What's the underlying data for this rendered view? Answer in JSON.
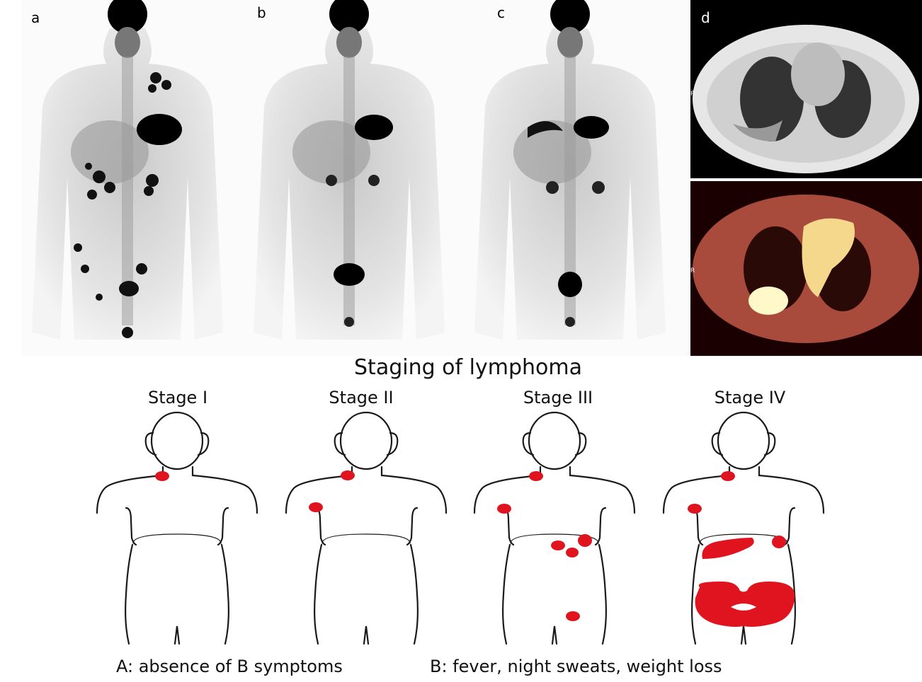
{
  "panels": {
    "a": "a",
    "b": "b",
    "c": "c",
    "d": "d",
    "ct_marker": "R"
  },
  "staging": {
    "title": "Staging of lymphoma",
    "stages": [
      "Stage I",
      "Stage II",
      "Stage III",
      "Stage IV"
    ]
  },
  "legend": {
    "a": "A: absence of B symptoms",
    "b": "B: fever, night sweats, weight loss"
  },
  "colors": {
    "lesion": "#e0141e",
    "outline": "#1a1a1a"
  }
}
